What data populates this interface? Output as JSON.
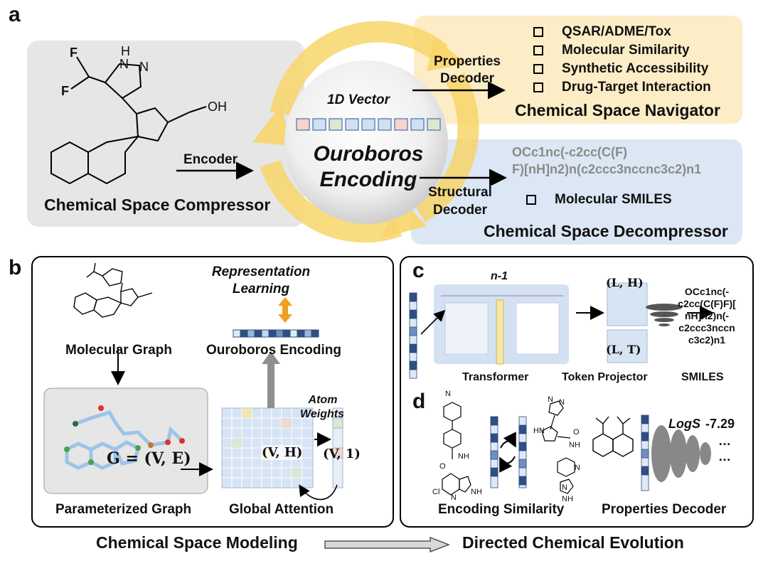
{
  "panel_a": {
    "letter": "a",
    "compressor_title": "Chemical Space Compressor",
    "encoder_label": "Encoder",
    "vector_label": "1D Vector",
    "center_line1": "Ouroboros",
    "center_line2": "Encoding",
    "properties_decoder_line1": "Properties",
    "properties_decoder_line2": "Decoder",
    "structural_decoder_line1": "Structural",
    "structural_decoder_line2": "Decoder",
    "navigator_items": [
      "QSAR/ADME/Tox",
      "Molecular Similarity",
      "Synthetic Accessibility",
      "Drug-Target Interaction"
    ],
    "navigator_title": "Chemical Space Navigator",
    "smiles_line1": "OCc1nc(-c2cc(C(F)",
    "smiles_line2": "F)[nH]n2)n(c2ccc3nccnc3c2)n1",
    "smiles_item": "Molecular SMILES",
    "decompressor_title": "Chemical Space Decompressor",
    "molecule_atoms": {
      "f1": "F",
      "f2": "F",
      "h": "H",
      "n1": "N",
      "n2": "N",
      "oh": "OH"
    },
    "colors": {
      "compressor_bg": "#e6e6e6",
      "navigator_bg": "#fdedc6",
      "decompressor_bg": "#dbe7f5",
      "ouroboros_ring": "#f8d56a"
    }
  },
  "panel_b": {
    "letter": "b",
    "molecular_graph_label": "Molecular Graph",
    "representation_line1": "Representation",
    "representation_line2": "Learning",
    "ouroboros_encoding_label": "Ouroboros Encoding",
    "graph_equation": "G = (V, E)",
    "atom_weights_line1": "Atom",
    "atom_weights_line2": "Weights",
    "vh_label": "(V, H)",
    "v1_label": "(V, 1)",
    "parameterized_graph_label": "Parameterized Graph",
    "global_attention_label": "Global Attention"
  },
  "panel_c": {
    "letter": "c",
    "n1_label": "n-1",
    "lh_label": "(L, H)",
    "lt_label": "(L, T)",
    "smiles_lines": [
      "OCc1nc(-",
      "c2cc(C(F)F)[",
      "nH]n2)n(-",
      "c2ccc3nccn",
      "c3c2)n1"
    ],
    "transformer_label": "Transformer",
    "token_projector_label": "Token Projector",
    "smiles_label": "SMILES"
  },
  "panel_d": {
    "letter": "d",
    "logs_label": "LogS",
    "logs_value": "-7.29",
    "ellipsis1": "…",
    "ellipsis2": "…",
    "encoding_similarity_label": "Encoding Similarity",
    "properties_decoder_label": "Properties Decoder",
    "atoms_left": {
      "n1": "N",
      "nh": "NH",
      "o": "O",
      "cl": "Cl",
      "n2": "N",
      "nh2": "NH"
    },
    "atoms_right": {
      "n1": "N",
      "n2": "N",
      "hn": "HN",
      "o": "O",
      "nh": "NH",
      "n3": "N",
      "n4": "N",
      "nh2": "NH"
    }
  },
  "bottom": {
    "left_label": "Chemical Space Modeling",
    "right_label": "Directed Chemical Evolution"
  }
}
